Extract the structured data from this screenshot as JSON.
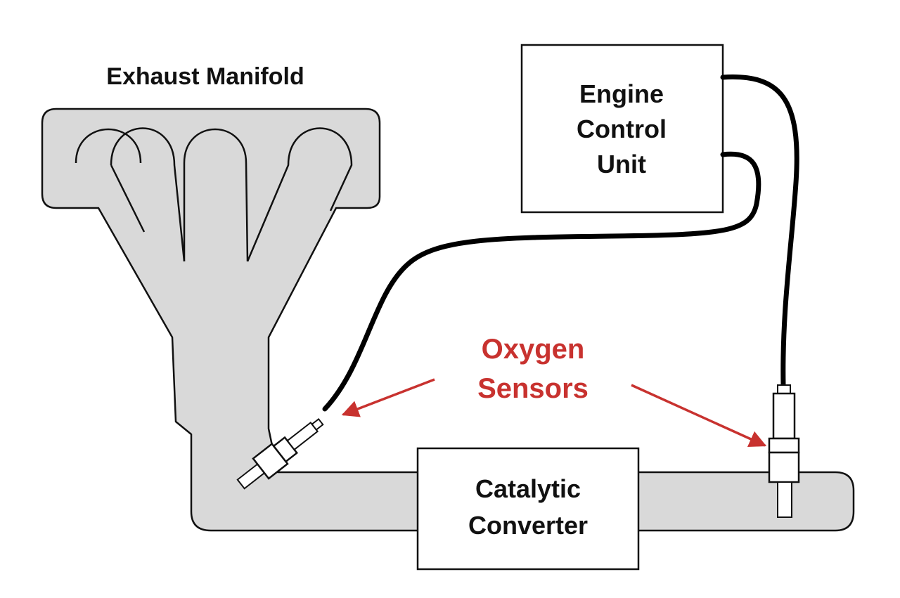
{
  "labels": {
    "exhaust_manifold": "Exhaust Manifold",
    "ecu_line1": "Engine",
    "ecu_line2": "Control",
    "ecu_line3": "Unit",
    "sensors_line1": "Oxygen",
    "sensors_line2": "Sensors",
    "catalytic_line1": "Catalytic",
    "catalytic_line2": "Converter"
  },
  "colors": {
    "pipe_fill": "#d9d9d9",
    "outline": "#111111",
    "box_fill": "#ffffff",
    "accent": "#c8322f"
  }
}
